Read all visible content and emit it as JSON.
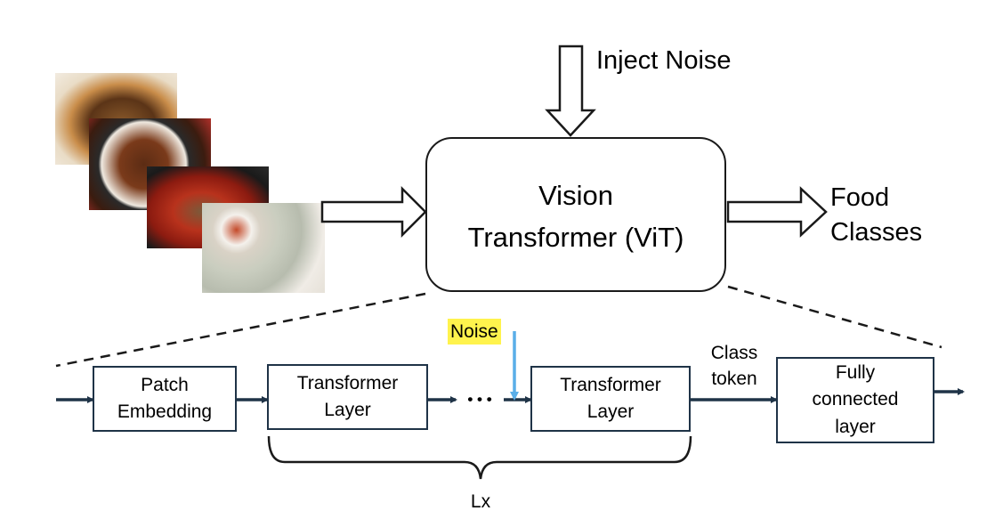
{
  "top": {
    "inject_noise": "Inject Noise",
    "vit_line1": "Vision",
    "vit_line2": "Transformer (ViT)",
    "output_line1": "Food",
    "output_line2": "Classes"
  },
  "input_images": [
    "food-photo-braised-tofu",
    "food-photo-braised-meat-bowl",
    "food-photo-spicy-soup",
    "food-photo-dumplings"
  ],
  "pipeline": {
    "patch_embedding": [
      "Patch",
      "Embedding"
    ],
    "transformer_layer_1": [
      "Transformer",
      "Layer"
    ],
    "ellipsis": "• • •",
    "transformer_layer_2": [
      "Transformer",
      "Layer"
    ],
    "noise": "Noise",
    "class_token": [
      "Class",
      "token"
    ],
    "fully_connected": [
      "Fully",
      "connected",
      "layer"
    ],
    "repeat": "Lx"
  },
  "colors": {
    "noise_highlight": "#fff34d",
    "noise_arrow": "#5aaee8",
    "arrow_dark": "#1f3347"
  }
}
